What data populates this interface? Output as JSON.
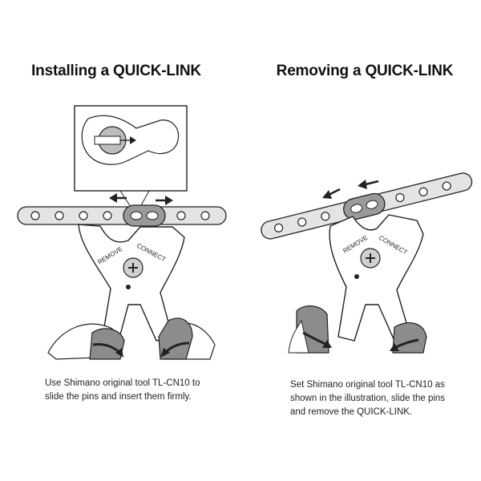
{
  "install": {
    "title": "Installing a QUICK-LINK",
    "caption_line1": "Use Shimano original tool TL-CN10 to",
    "caption_line2": "slide the pins and insert them firmly.",
    "tool_label_remove": "REMOVE",
    "tool_label_connect": "CONNECT"
  },
  "remove": {
    "title": "Removing a QUICK-LINK",
    "caption_line1": "Set Shimano original tool TL-CN10 as",
    "caption_line2": "shown in the illustration, slide the pins",
    "caption_line3": "and remove the QUICK-LINK.",
    "tool_label_remove": "REMOVE",
    "tool_label_connect": "CONNECT"
  },
  "colors": {
    "glove": "#8c8c8c",
    "line": "#222222",
    "chain": "#e4e4e4"
  }
}
